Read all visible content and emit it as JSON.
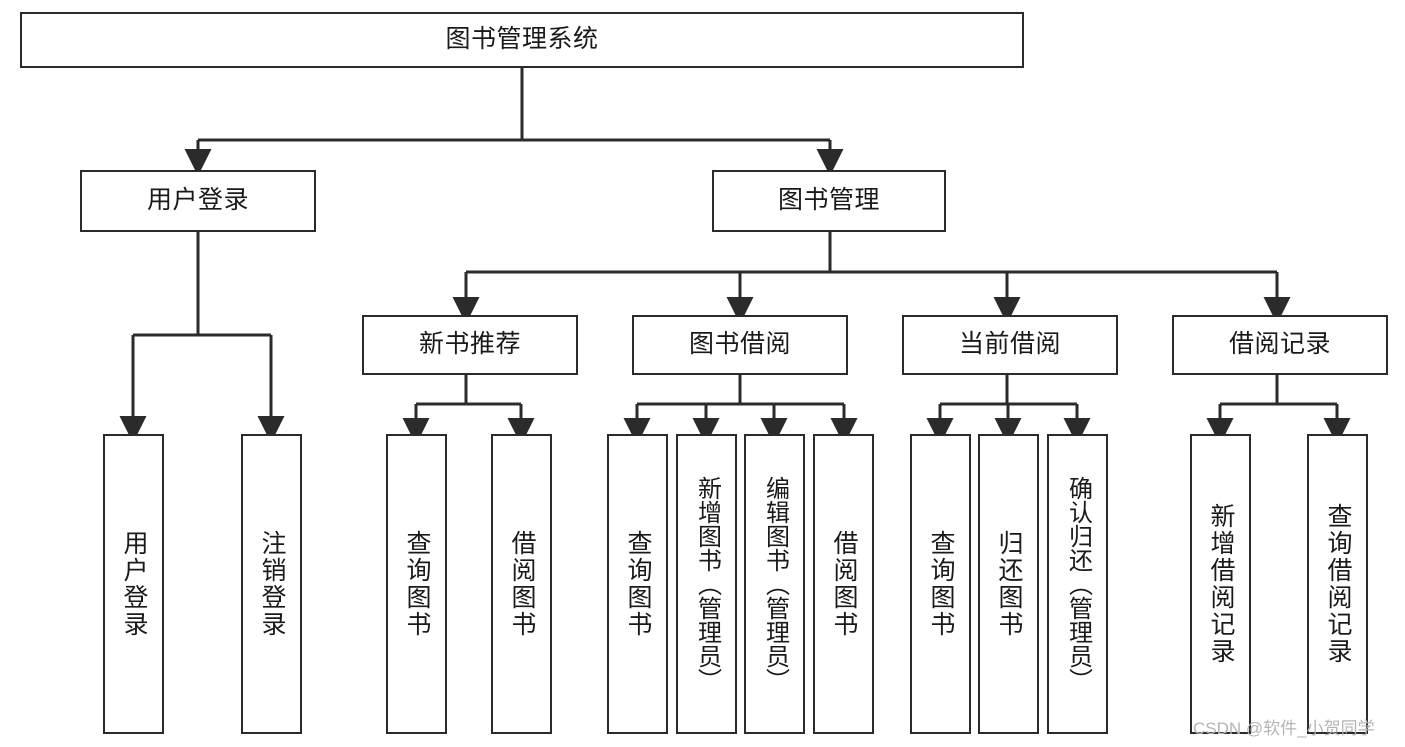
{
  "diagram": {
    "title": "图书管理系统",
    "root": {
      "label": "图书管理系统"
    },
    "level2": [
      {
        "label": "用户登录"
      },
      {
        "label": "图书管理"
      }
    ],
    "level3": [
      {
        "label": "新书推荐"
      },
      {
        "label": "图书借阅"
      },
      {
        "label": "当前借阅"
      },
      {
        "label": "借阅记录"
      }
    ],
    "leaves": {
      "user_login": [
        {
          "label": "用户登录"
        },
        {
          "label": "注销登录"
        }
      ],
      "new_book": [
        {
          "label": "查询图书"
        },
        {
          "label": "借阅图书"
        }
      ],
      "book_borrow": [
        {
          "label": "查询图书"
        },
        {
          "label": "新增图书（管理员）"
        },
        {
          "label": "编辑图书（管理员）"
        },
        {
          "label": "借阅图书"
        }
      ],
      "current_borrow": [
        {
          "label": "查询图书"
        },
        {
          "label": "归还图书"
        },
        {
          "label": "确认归还（管理员）"
        }
      ],
      "borrow_record": [
        {
          "label": "新增借阅记录"
        },
        {
          "label": "查询借阅记录"
        }
      ]
    }
  },
  "watermark": {
    "text": "CSDN @软件_小贺同学"
  },
  "colors": {
    "stroke": "#2b2b2b",
    "background": "#ffffff",
    "text": "#1a1a1a",
    "watermark": "#b5b5b5"
  }
}
